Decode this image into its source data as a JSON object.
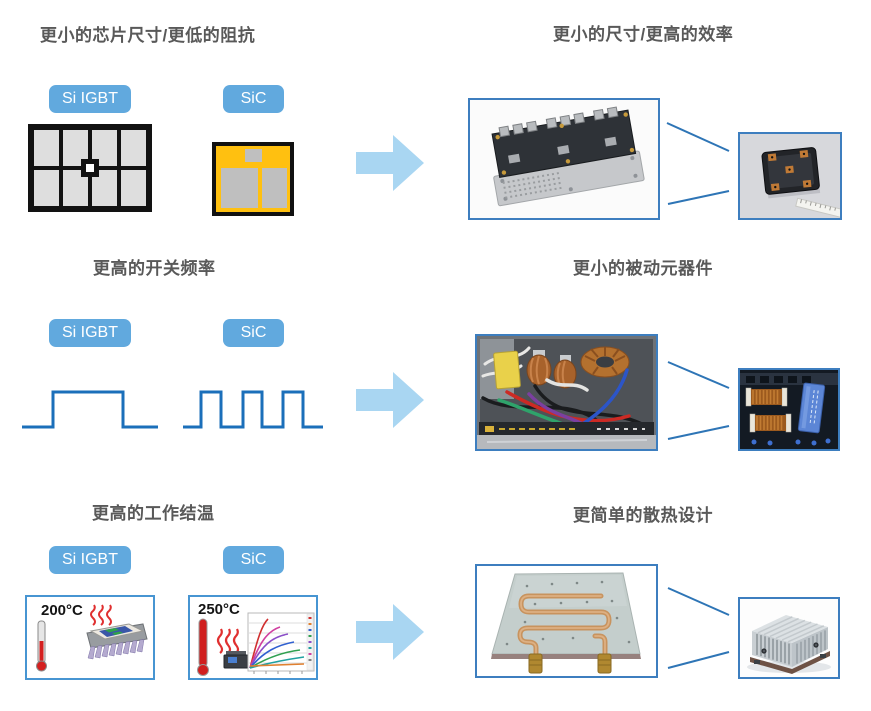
{
  "colors": {
    "badge_blue": "#61A9DE",
    "arrow_blue": "#A9D6F2",
    "connector_blue": "#2E75B6",
    "photo_border_blue": "#3D7EBF",
    "waveform_blue": "#1B6FBA",
    "title_gray": "#595959",
    "sic_chip_yellow": "#FFC010"
  },
  "rows": [
    {
      "left": {
        "title": "更小的芯片尺寸/更低的阻抗",
        "badges": [
          "Si IGBT",
          "SiC"
        ],
        "si_graphic": "si-igbt-large-die-diagram",
        "sic_graphic": "sic-small-die-diagram"
      },
      "right": {
        "title": "更小的尺寸/更高的效率",
        "big_image": "large-igbt-power-module-photo",
        "small_image": "compact-sic-module-photo"
      }
    },
    {
      "left": {
        "title": "更高的开关频率",
        "badges": [
          "Si IGBT",
          "SiC"
        ],
        "si_graphic": "low-frequency-square-wave",
        "sic_graphic": "high-frequency-square-wave"
      },
      "right": {
        "title": "更小的被动元器件",
        "big_image": "power-supply-interior-photo",
        "small_image": "compact-passive-components-photo"
      }
    },
    {
      "left": {
        "title": "更高的工作结温",
        "badges": [
          "Si IGBT",
          "SiC"
        ],
        "si_temp": "200°C",
        "sic_temp": "250°C"
      },
      "right": {
        "title": "更简单的散热设计",
        "big_image": "liquid-cooling-plate-photo",
        "small_image": "aluminum-heatsink-photo"
      }
    }
  ]
}
